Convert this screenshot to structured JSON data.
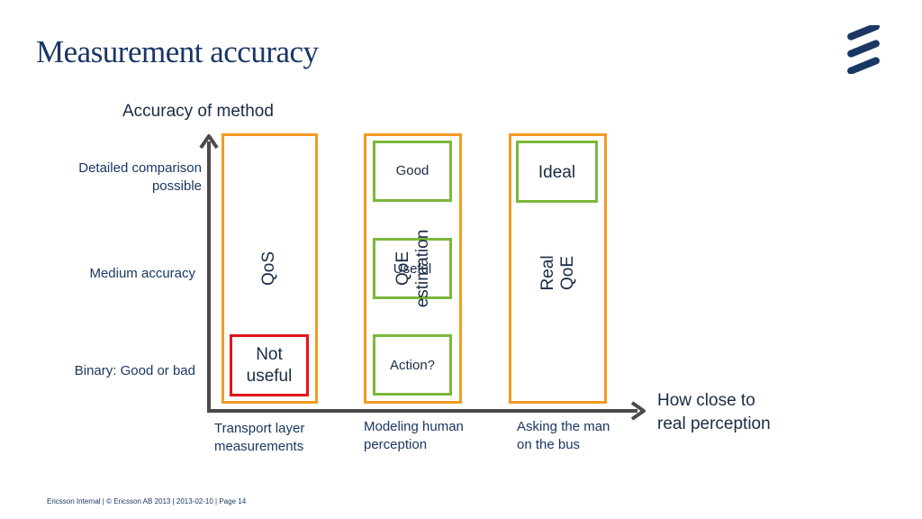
{
  "slide": {
    "title": "Measurement accuracy",
    "footer": "Ericsson Internal  |  © Ericsson AB 2013  |  2013-02-10  |  Page 14"
  },
  "colors": {
    "title": "#1a3764",
    "column_border": "#f39a22",
    "good_box": "#7ab83a",
    "bad_box": "#e2141b",
    "axis": "#4a4a4a"
  },
  "axes": {
    "y_title": "Accuracy of method",
    "x_title_line1": "How close to",
    "x_title_line2": "real perception",
    "y_levels": {
      "detailed_line1": "Detailed comparison",
      "detailed_line2": "possible",
      "medium": "Medium accuracy",
      "binary": "Binary: Good or bad"
    }
  },
  "columns": {
    "qos": {
      "label": "QoS",
      "caption_line1": "Transport layer",
      "caption_line2": "measurements",
      "box_bottom_line1": "Not",
      "box_bottom_line2": "useful"
    },
    "qoe_estimation": {
      "label_line1": "QoE",
      "label_line2": "estimation",
      "caption_line1": "Modeling human",
      "caption_line2": "perception",
      "box_top": "Good",
      "box_middle": "Useful",
      "box_bottom": "Action?"
    },
    "real_qoe": {
      "label_line1": "Real",
      "label_line2": "QoE",
      "caption_line1": "Asking the man",
      "caption_line2": "on the bus",
      "box_top": "Ideal"
    }
  },
  "logo": {
    "icon": "ericsson-logo-icon"
  }
}
